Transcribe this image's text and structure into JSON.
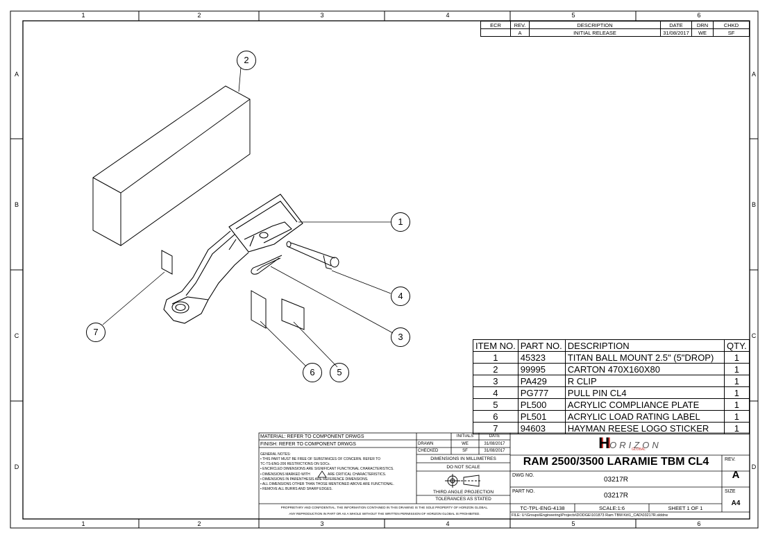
{
  "zones": {
    "columns": [
      "1",
      "2",
      "3",
      "4",
      "5",
      "6"
    ],
    "rows": [
      "A",
      "B",
      "C",
      "D"
    ]
  },
  "revision_table": {
    "headers": [
      "ECR",
      "REV.",
      "DESCRIPTION",
      "DATE",
      "DRN",
      "CHKD"
    ],
    "rows": [
      [
        "",
        "A",
        "INITIAL RELEASE",
        "31/08/2017",
        "WE",
        "SF"
      ]
    ]
  },
  "balloons": [
    "1",
    "2",
    "3",
    "4",
    "5",
    "6",
    "7"
  ],
  "bom": {
    "headers": [
      "ITEM NO.",
      "PART NO.",
      "DESCRIPTION",
      "QTY."
    ],
    "rows": [
      [
        "1",
        "45323",
        "TITAN BALL MOUNT 2.5\" (5\"DROP)",
        "1"
      ],
      [
        "2",
        "99995",
        "CARTON 470X160X80",
        "1"
      ],
      [
        "3",
        "PA429",
        "R CLIP",
        "1"
      ],
      [
        "4",
        "PG777",
        "PULL PIN CL4",
        "1"
      ],
      [
        "5",
        "PL500",
        "ACRYLIC COMPLIANCE PLATE",
        "1"
      ],
      [
        "6",
        "PL501",
        "ACRYLIC LOAD RATING LABEL",
        "1"
      ],
      [
        "7",
        "94603",
        "HAYMAN REESE LOGO STICKER",
        "1"
      ]
    ]
  },
  "title_block": {
    "material": "MATERIAL: REFER TO COMPONENT DRWGS",
    "finish": "FINISH: REFER TO COMPONENT DRWGS",
    "general_notes_title": "GENERAL NOTES:",
    "notes": [
      "• THIS PART MUST BE FREE OF SUBSTANCES OF CONCERN. REFER TO",
      "  TC-TS-ENG-206 RESTRICTIONS ON SOCs.",
      "• ENCIRCLED DIMENSIONS ARE SIGNIFICANT FUNCTIONAL CHARACTERISTICS.",
      "• DIMENSIONS MARKED WITH",
      "ARE CRITICAL CHARACTERISTICS.",
      "• DIMENSIONS IN PARENTHESIS ARE REFERENCE DIMENSIONS.",
      "• ALL DIMENSIONS OTHER THAN THOSE MENTIONED ABOVE ARE FUNCTIONAL.",
      "• REMOVE ALL BURRS AND SHARP EDGES."
    ],
    "initials_label": "INITIALS",
    "date_label": "DATE",
    "drawn_label": "DRAWN",
    "drawn_by": "WE",
    "drawn_date": "31/08/2017",
    "checked_label": "CHECKED",
    "checked_by": "SF",
    "checked_date": "31/08/2017",
    "dims_units": "DIMENSIONS IN MILLIMETRES",
    "do_not_scale": "DO NOT SCALE",
    "projection": "THIRD ANGLE PROJECTION",
    "tolerances": "TOLERANCES AS STATED",
    "proprietary_1": "PROPRIETARY AND CONFIDENTIAL.  THE INFORMATION CONTAINED IN THIS DRAWING IS THE SOLE PROPERTY OF HORIZON GLOBAL.",
    "proprietary_2": "ANY REPRODUCTION IN PART OR AS A WHOLE WITHOUT THE WRITTEN PERMISSION OF HORIZON GLOBAL IS PROHIBITED.",
    "logo_h": "H",
    "logo_text": "ORIZON",
    "logo_sub": "GLOBAL",
    "title": "RAM 2500/3500 LARAMIE TBM CL4",
    "rev_label": "REV.",
    "rev": "A",
    "dwg_no_label": "DWG NO.",
    "dwg_no": "03217R",
    "part_no_label": "PART NO.",
    "part_no": "03217R",
    "size_label": "SIZE",
    "size": "A4",
    "template": "TC-TPL-ENG-4138",
    "scale": "SCALE:1:6",
    "sheet": "SHEET 1 OF 1",
    "file": "FILE: U:\\Groups\\Engineering\\Projects\\DODGE\\101873 Ram TBM Kit\\1_CAD\\03217R.slddrw"
  }
}
